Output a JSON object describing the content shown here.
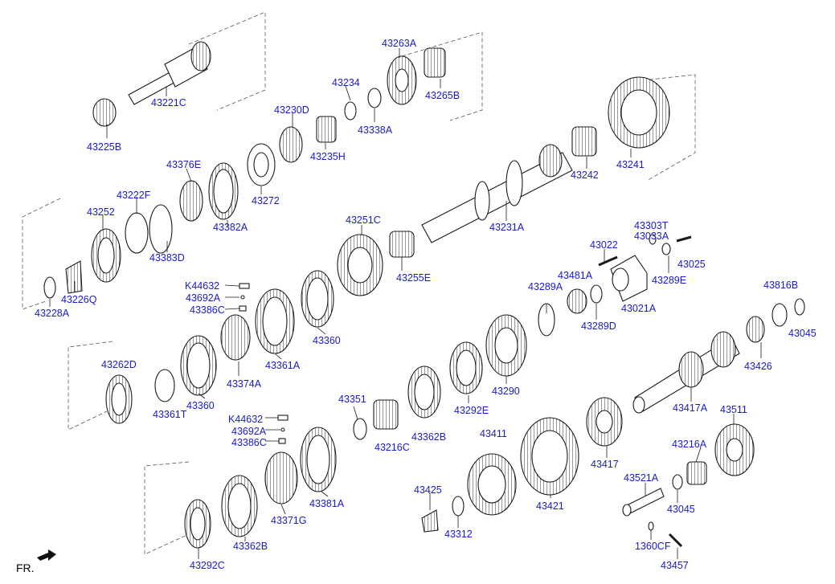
{
  "diagram": {
    "label_color": "#1a1acd",
    "line_color": "#1a1a1a",
    "direction_label": "FR.",
    "parts": [
      {
        "id": "43221C",
        "name": "part-label-43221c"
      },
      {
        "id": "43225B",
        "name": "part-label-43225b"
      },
      {
        "id": "43263A",
        "name": "part-label-43263a"
      },
      {
        "id": "43234",
        "name": "part-label-43234"
      },
      {
        "id": "43265B",
        "name": "part-label-43265b"
      },
      {
        "id": "43230D",
        "name": "part-label-43230d"
      },
      {
        "id": "43338A",
        "name": "part-label-43338a"
      },
      {
        "id": "43235H",
        "name": "part-label-43235h"
      },
      {
        "id": "43376E",
        "name": "part-label-43376e"
      },
      {
        "id": "43272",
        "name": "part-label-43272"
      },
      {
        "id": "43242",
        "name": "part-label-43242"
      },
      {
        "id": "43241",
        "name": "part-label-43241"
      },
      {
        "id": "43222F",
        "name": "part-label-43222f"
      },
      {
        "id": "43252",
        "name": "part-label-43252"
      },
      {
        "id": "43382A",
        "name": "part-label-43382a"
      },
      {
        "id": "43251C",
        "name": "part-label-43251c"
      },
      {
        "id": "43231A",
        "name": "part-label-43231a"
      },
      {
        "id": "43303T",
        "name": "part-label-43303t"
      },
      {
        "id": "43033A",
        "name": "part-label-43033a"
      },
      {
        "id": "43383D",
        "name": "part-label-43383d"
      },
      {
        "id": "43022",
        "name": "part-label-43022"
      },
      {
        "id": "43025",
        "name": "part-label-43025"
      },
      {
        "id": "43255E",
        "name": "part-label-43255e"
      },
      {
        "id": "43289E",
        "name": "part-label-43289e"
      },
      {
        "id": "43481A",
        "name": "part-label-43481a"
      },
      {
        "id": "K44632",
        "name": "part-label-k44632-a"
      },
      {
        "id": "43226Q",
        "name": "part-label-43226q"
      },
      {
        "id": "43289A",
        "name": "part-label-43289a"
      },
      {
        "id": "43816B",
        "name": "part-label-43816b"
      },
      {
        "id": "43692A",
        "name": "part-label-43692a-a"
      },
      {
        "id": "43021A",
        "name": "part-label-43021a"
      },
      {
        "id": "43228A",
        "name": "part-label-43228a"
      },
      {
        "id": "43386C",
        "name": "part-label-43386c-a"
      },
      {
        "id": "43289D",
        "name": "part-label-43289d"
      },
      {
        "id": "43045",
        "name": "part-label-43045-a"
      },
      {
        "id": "43360",
        "name": "part-label-43360-a"
      },
      {
        "id": "43262D",
        "name": "part-label-43262d"
      },
      {
        "id": "43361A",
        "name": "part-label-43361a"
      },
      {
        "id": "43426",
        "name": "part-label-43426"
      },
      {
        "id": "43374A",
        "name": "part-label-43374a"
      },
      {
        "id": "43290",
        "name": "part-label-43290"
      },
      {
        "id": "43351",
        "name": "part-label-43351"
      },
      {
        "id": "43360",
        "name": "part-label-43360-b"
      },
      {
        "id": "43361T",
        "name": "part-label-43361t"
      },
      {
        "id": "43292E",
        "name": "part-label-43292e"
      },
      {
        "id": "43417A",
        "name": "part-label-43417a"
      },
      {
        "id": "43511",
        "name": "part-label-43511"
      },
      {
        "id": "K44632",
        "name": "part-label-k44632-b"
      },
      {
        "id": "43692A",
        "name": "part-label-43692a-b"
      },
      {
        "id": "43362B",
        "name": "part-label-43362b-a"
      },
      {
        "id": "43386C",
        "name": "part-label-43386c-b"
      },
      {
        "id": "43216C",
        "name": "part-label-43216c"
      },
      {
        "id": "43411",
        "name": "part-label-43411"
      },
      {
        "id": "43216A",
        "name": "part-label-43216a"
      },
      {
        "id": "43417",
        "name": "part-label-43417"
      },
      {
        "id": "43521A",
        "name": "part-label-43521a"
      },
      {
        "id": "43425",
        "name": "part-label-43425"
      },
      {
        "id": "43381A",
        "name": "part-label-43381a"
      },
      {
        "id": "43045",
        "name": "part-label-43045-b"
      },
      {
        "id": "43421",
        "name": "part-label-43421"
      },
      {
        "id": "43371G",
        "name": "part-label-43371g"
      },
      {
        "id": "43312",
        "name": "part-label-43312"
      },
      {
        "id": "1360CF",
        "name": "part-label-1360cf"
      },
      {
        "id": "43362B",
        "name": "part-label-43362b-b"
      },
      {
        "id": "43292C",
        "name": "part-label-43292c"
      },
      {
        "id": "43457",
        "name": "part-label-43457"
      }
    ]
  }
}
